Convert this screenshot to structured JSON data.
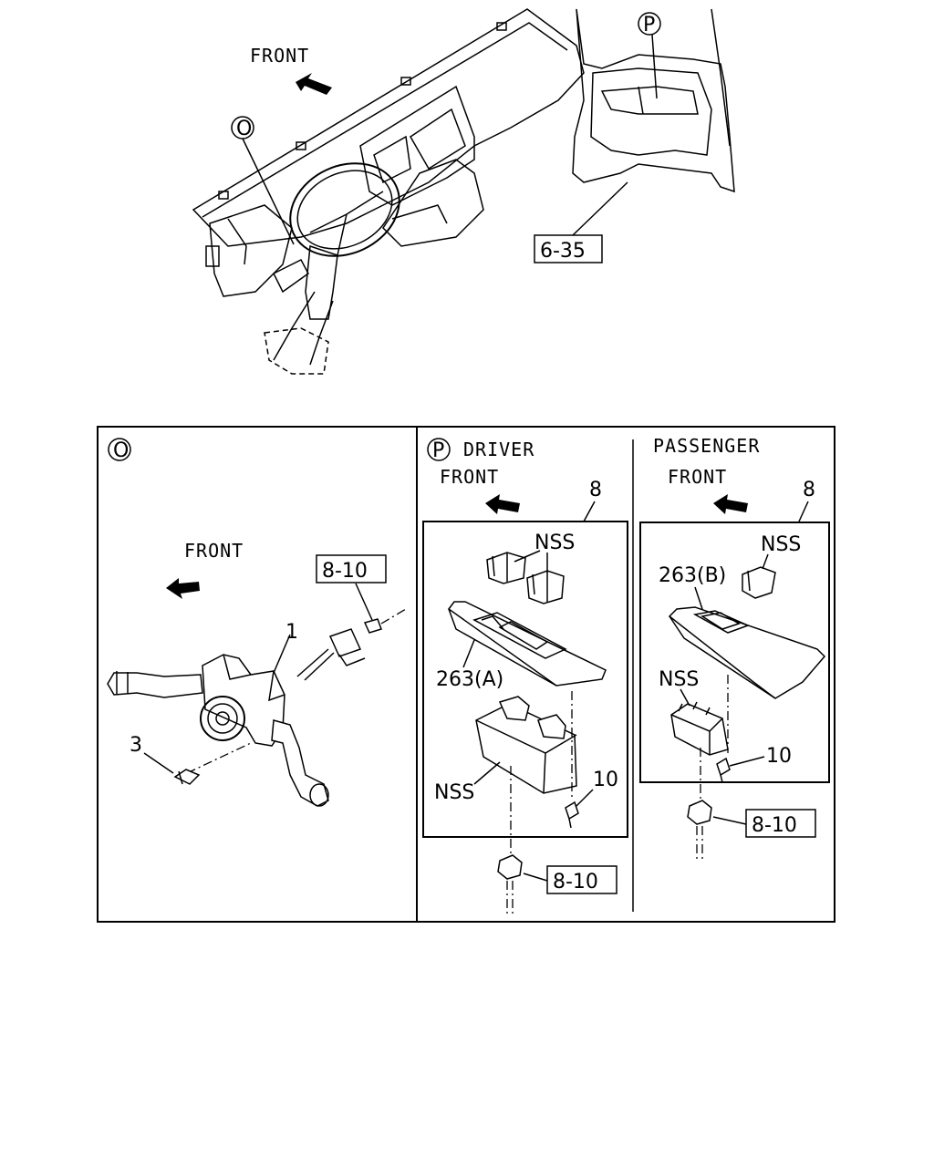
{
  "overview": {
    "front_label": "FRONT",
    "callout_o": "O",
    "callout_p": "P",
    "ref_box": "6-35"
  },
  "panel_o": {
    "callout": "O",
    "front_label": "FRONT",
    "ref_box": "8-10",
    "part_1": "1",
    "part_3": "3"
  },
  "panel_p": {
    "driver": {
      "callout": "P",
      "title": "DRIVER",
      "front_label": "FRONT",
      "part_8": "8",
      "nss_top": "NSS",
      "part_263a": "263(A)",
      "nss_bottom": "NSS",
      "part_10": "10",
      "ref_box": "8-10"
    },
    "passenger": {
      "title": "PASSENGER",
      "front_label": "FRONT",
      "part_8": "8",
      "nss_top": "NSS",
      "part_263b": "263(B)",
      "nss_bottom": "NSS",
      "part_10": "10",
      "ref_box": "8-10"
    }
  }
}
